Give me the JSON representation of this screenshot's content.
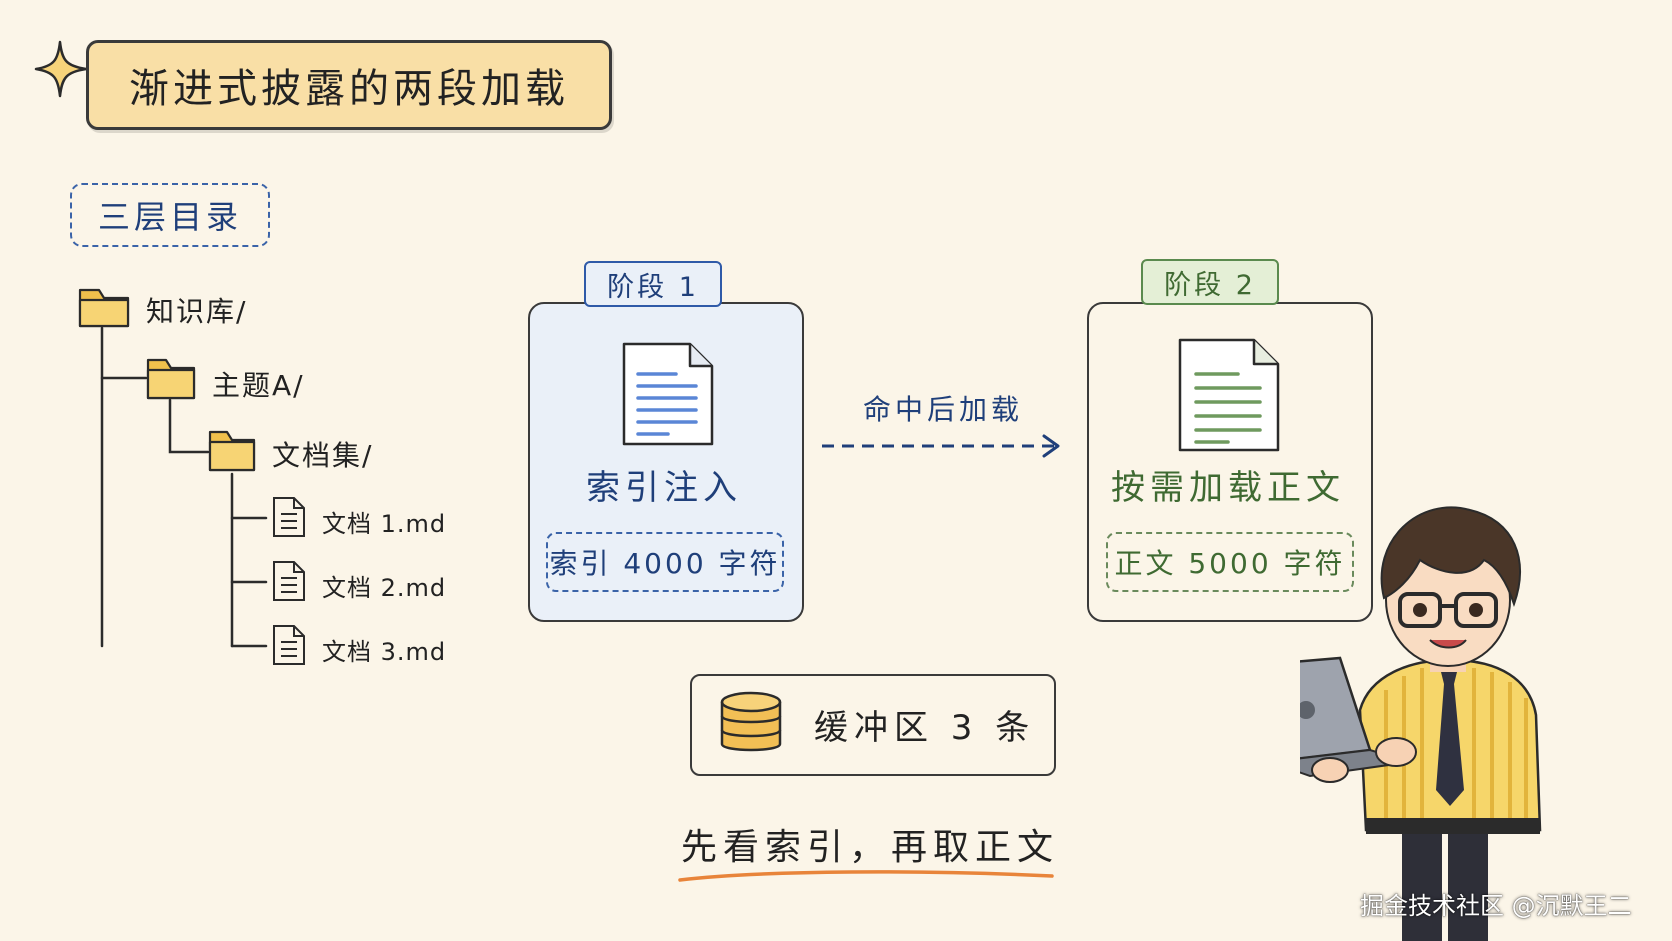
{
  "title": "渐进式披露的两段加载",
  "section_label": "三层目录",
  "tree": {
    "root": "知识库/",
    "topic": "主题A/",
    "collection": "文档集/",
    "files": [
      "文档 1.md",
      "文档 2.md",
      "文档 3.md"
    ]
  },
  "stage1": {
    "tab": "阶段 1",
    "title": "索引注入",
    "detail": "索引 4000 字符"
  },
  "arrow_label": "命中后加载",
  "stage2": {
    "tab": "阶段 2",
    "title": "按需加载正文",
    "detail": "正文 5000 字符"
  },
  "buffer_label": "缓冲区 3 条",
  "tagline": "先看索引，再取正文",
  "watermark": "掘金技术社区 @沉默王二",
  "colors": {
    "background": "#fbf5e8",
    "title_fill": "#f9dfa6",
    "stage1_accent": "#1f3f7a",
    "stage1_fill": "#eaf0f8",
    "stage2_accent": "#3f6a32",
    "stage2_tab_fill": "#e4efd6",
    "folder": "#f4c95d",
    "underline": "#e8843a"
  },
  "icons": {
    "title": "sparkle-icon",
    "folder": "folder-icon",
    "file": "file-icon",
    "stage_doc": "document-icon",
    "buffer": "database-icon"
  }
}
